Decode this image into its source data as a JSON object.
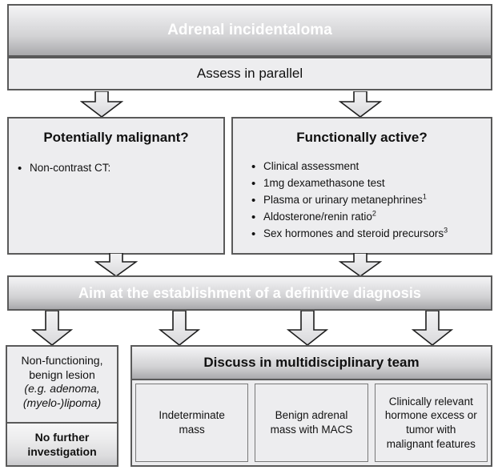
{
  "flowchart": {
    "title": "Adrenal incidentaloma",
    "subtitle": "Assess in parallel",
    "branch_left": {
      "heading": "Potentially malignant?",
      "bullets": [
        "Non-contrast CT:"
      ]
    },
    "branch_right": {
      "heading": "Functionally active?",
      "bullets": [
        "Clinical assessment",
        "1mg dexamethasone test",
        "Plasma or urinary metanephrines",
        "Aldosterone/renin ratio",
        "Sex hormones and steroid precursors"
      ],
      "bullet_superscripts": [
        "",
        "",
        "1",
        "2",
        "3"
      ]
    },
    "aim_bar": "Aim at the establishment of a definitive diagnosis",
    "outcome_left": {
      "line1": "Non-functioning,",
      "line2": "benign lesion",
      "line3": "(e.g. adenoma,",
      "line4": "(myelo-)lipoma)",
      "footer_line1": "No further",
      "footer_line2": "investigation"
    },
    "mdt": {
      "heading": "Discuss in multidisciplinary team",
      "cells": [
        {
          "line1": "Indeterminate",
          "line2": "mass",
          "line3": "",
          "line4": ""
        },
        {
          "line1": "Benign adrenal",
          "line2": "mass with MACS",
          "line3": "",
          "line4": ""
        },
        {
          "line1": "Clinically relevant",
          "line2": "hormone excess or",
          "line3": "tumor with",
          "line4": "malignant features"
        }
      ]
    },
    "arrow_icon_name": "down-block-arrow-icon"
  },
  "colors": {
    "border_dark": "#5a5a5a",
    "border_mid": "#787878",
    "fill_light": "#ededef",
    "grad_top": "#f4f4f5",
    "grad_bottom": "#a9a9ac",
    "title_text": "#ffffff",
    "body_text": "#111111"
  }
}
